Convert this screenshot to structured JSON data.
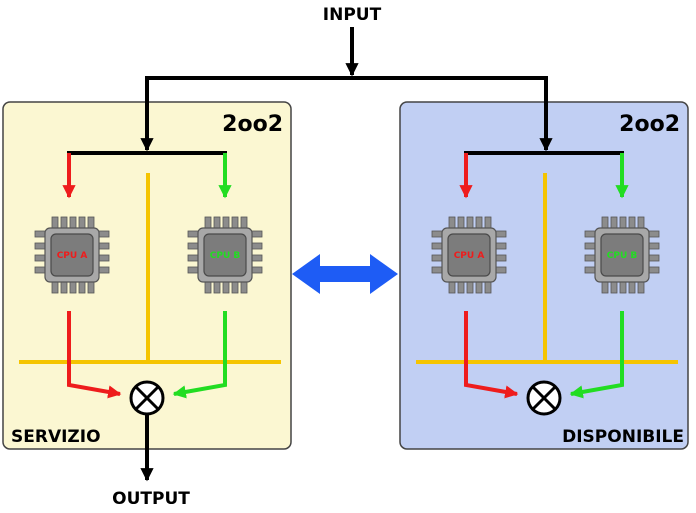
{
  "labels": {
    "input": "INPUT",
    "output": "OUTPUT"
  },
  "left_unit": {
    "mode": "2oo2",
    "status": "SERVIZIO",
    "cpu_a": "CPU A",
    "cpu_b": "CPU B"
  },
  "right_unit": {
    "mode": "2oo2",
    "status": "DISPONIBILE",
    "cpu_a": "CPU A",
    "cpu_b": "CPU B"
  },
  "colors": {
    "left_panel_fill": "#fbf7d2",
    "right_panel_fill": "#c1cff3",
    "panel_border": "#444444",
    "cpu_a_path": "#ee1c1c",
    "cpu_b_path": "#22dd22",
    "bus": "#f5c400",
    "sync_arrow": "#1e5cf5",
    "flow": "#000000",
    "chip_body": "#a8a8a8",
    "chip_core": "#7c7c7c"
  },
  "icons": {
    "comparator": "circle-times-icon",
    "sync": "double-arrow-icon",
    "cpu": "cpu-chip-icon"
  }
}
